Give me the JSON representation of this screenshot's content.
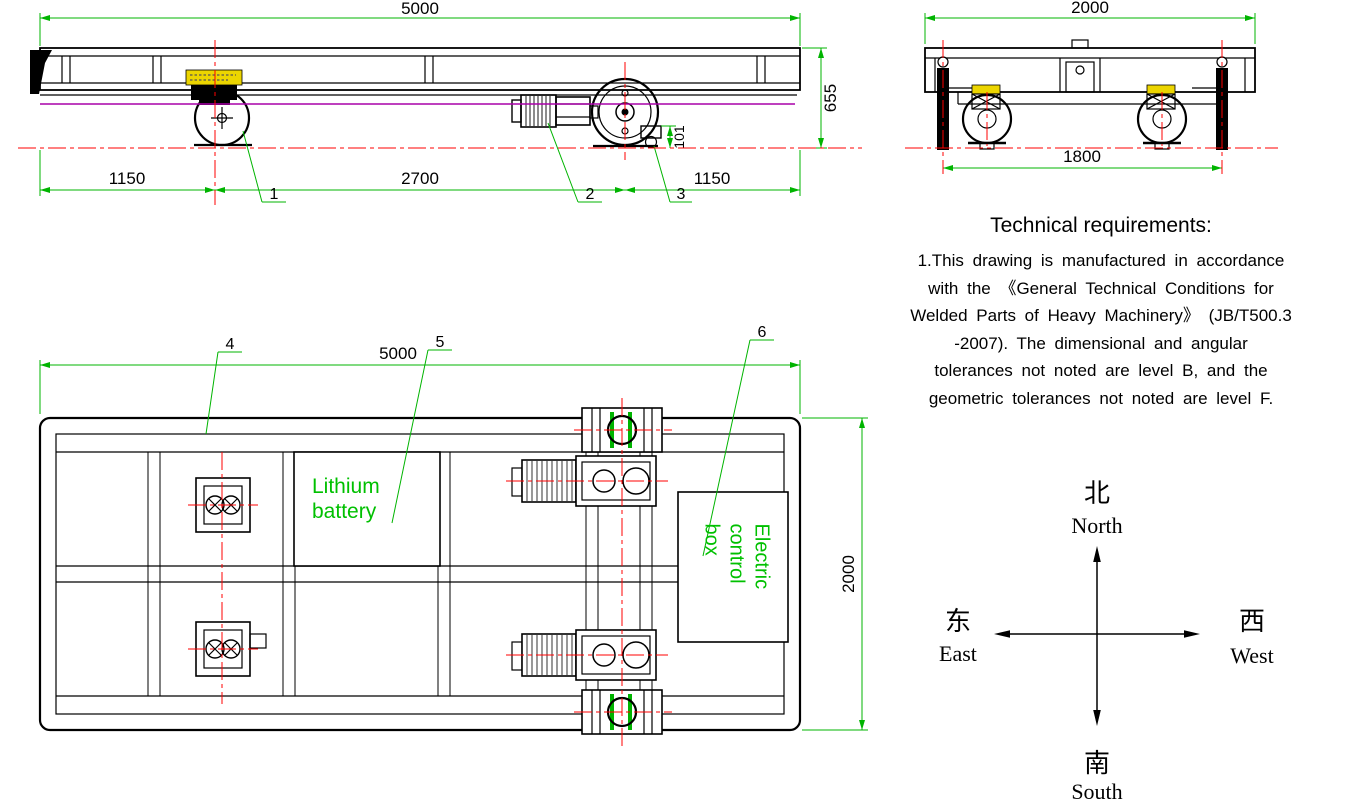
{
  "colors": {
    "dimension_green": "#00b400",
    "centerline_red": "#ff0000",
    "hidden_line_magenta": "#a800a8",
    "label_green": "#00c000",
    "nameplate_yellow": "#ecd500"
  },
  "side_view": {
    "dim_overall_length": "5000",
    "dim_height": "655",
    "dim_left_overhang": "1150",
    "dim_wheelbase": "2700",
    "dim_right_overhang": "1150",
    "dim_roller": "101",
    "callouts": {
      "c1": "1",
      "c2": "2",
      "c3": "3"
    }
  },
  "end_view": {
    "dim_overall_width": "2000",
    "dim_track_gauge": "1800"
  },
  "plan_view": {
    "dim_overall_length": "5000",
    "dim_overall_width": "2000",
    "callouts": {
      "c4": "4",
      "c5": "5",
      "c6": "6"
    },
    "battery_label": "Lithium battery",
    "control_box_label": "Electric control box"
  },
  "technical_requirements": {
    "title": "Technical requirements:",
    "body_lines": [
      "1.This drawing is manufactured in accordance",
      "with the 《General Technical Conditions for",
      "Welded Parts of Heavy Machinery》 (JB/T500.3",
      "-2007). The dimensional and angular",
      "tolerances not noted are level B, and the",
      "geometric tolerances not noted are level F."
    ]
  },
  "compass": {
    "north_cn": "北",
    "north_en": "North",
    "south_cn": "南",
    "south_en": "South",
    "east_cn": "东",
    "east_en": "East",
    "west_cn": "西",
    "west_en": "West"
  }
}
